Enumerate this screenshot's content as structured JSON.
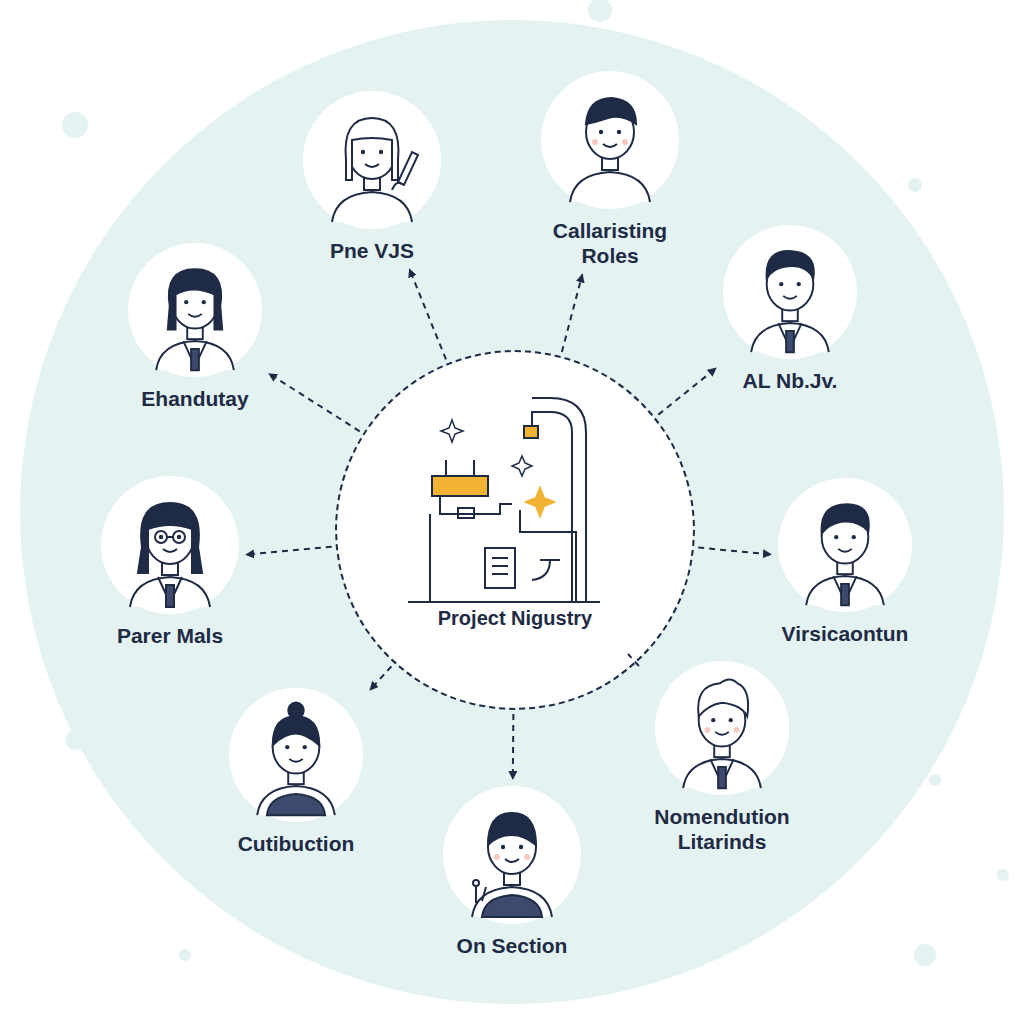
{
  "diagram": {
    "nodes": [
      {
        "text": [
          "Project Nigustry"
        ]
      },
      {
        "text": [
          "Pne VJS"
        ]
      },
      {
        "text": [
          "Callaristing Roles"
        ]
      },
      {
        "text": [
          "Ehandutay"
        ]
      },
      {
        "text": [
          "AL Nb.Jv."
        ]
      },
      {
        "text": [
          "Parer Mals"
        ]
      },
      {
        "text": [
          "Virsicaontun"
        ]
      },
      {
        "text": [
          "Cutibuction"
        ]
      },
      {
        "text": [
          "Nomendution Litarinds"
        ]
      },
      {
        "text": [
          "On Section"
        ]
      }
    ],
    "edges": [
      {
        "from": 0,
        "to": 1,
        "arrow": "to"
      },
      {
        "from": 0,
        "to": 2,
        "arrow": "to"
      },
      {
        "from": 0,
        "to": 3,
        "arrow": "to"
      },
      {
        "from": 0,
        "to": 4,
        "arrow": "to"
      },
      {
        "from": 0,
        "to": 5,
        "arrow": "to"
      },
      {
        "from": 0,
        "to": 6,
        "arrow": "to"
      },
      {
        "from": 0,
        "to": 7,
        "arrow": "to"
      },
      {
        "from": 0,
        "to": 8,
        "arrow": "none"
      },
      {
        "from": 0,
        "to": 9,
        "arrow": "to"
      }
    ]
  }
}
